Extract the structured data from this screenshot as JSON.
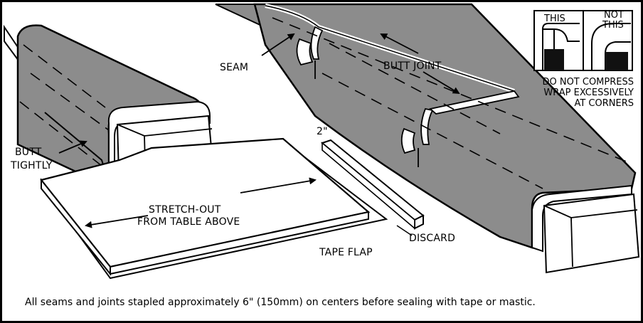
{
  "labels": {
    "seam": "SEAM",
    "butt_joint": "BUTT JOINT",
    "butt_tightly_1": "BUTT",
    "butt_tightly_2": "TIGHTLY",
    "stretch_out_1": "STRETCH-OUT",
    "stretch_out_2": "FROM TABLE ABOVE",
    "two_inch": "2\"",
    "discard": "DISCARD",
    "tape_flap": "TAPE FLAP"
  },
  "inset": {
    "this": "THIS",
    "not_this_1": "NOT",
    "not_this_2": "THIS",
    "note_1": "DO NOT COMPRESS",
    "note_2": "WRAP EXCESSIVELY",
    "note_3": "AT CORNERS"
  },
  "caption": "All seams and joints stapled approximately 6\" (150mm) on centers before sealing with tape or mastic.",
  "colors": {
    "insulation": "#8c8c8c",
    "insulation_dark": "#6e6e6e",
    "duct_face": "#ffffff",
    "outline": "#000000",
    "corner_block": "#111111"
  }
}
